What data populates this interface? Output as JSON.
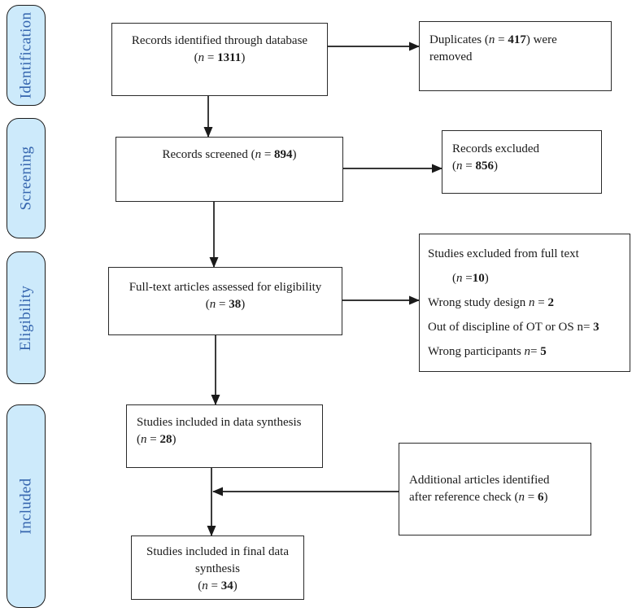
{
  "colors": {
    "stage_fill": "#cdeafb",
    "stage_text": "#3565ae",
    "box_border": "#2a2a2a",
    "line_color": "#1a1a1a",
    "text": "#1a1a1a",
    "bg": "#ffffff"
  },
  "stages": [
    {
      "label": "Identification"
    },
    {
      "label": "Screening"
    },
    {
      "label": "Eligibility"
    },
    {
      "label": "Included"
    }
  ],
  "boxes": {
    "records_identified": {
      "lines": [
        [
          {
            "t": "Records identified through database"
          }
        ],
        [
          {
            "t": "("
          },
          {
            "t": "n",
            "i": true
          },
          {
            "t": " = "
          },
          {
            "t": "1311",
            "b": true
          },
          {
            "t": ")"
          }
        ]
      ]
    },
    "duplicates": {
      "lines": [
        [
          {
            "t": "Duplicates ("
          },
          {
            "t": "n",
            "i": true
          },
          {
            "t": " = "
          },
          {
            "t": "417",
            "b": true
          },
          {
            "t": ") were"
          }
        ],
        [
          {
            "t": "removed"
          }
        ]
      ]
    },
    "records_screened": {
      "lines": [
        [
          {
            "t": "Records screened ("
          },
          {
            "t": "n",
            "i": true
          },
          {
            "t": " = "
          },
          {
            "t": "894",
            "b": true
          },
          {
            "t": ")"
          }
        ]
      ]
    },
    "records_excluded": {
      "lines": [
        [
          {
            "t": "Records excluded"
          }
        ],
        [
          {
            "t": "("
          },
          {
            "t": "n",
            "i": true
          },
          {
            "t": " = "
          },
          {
            "t": "856",
            "b": true
          },
          {
            "t": ")"
          }
        ]
      ]
    },
    "fulltext_assessed": {
      "lines": [
        [
          {
            "t": "Full-text articles assessed for eligibility"
          }
        ],
        [
          {
            "t": "("
          },
          {
            "t": "n",
            "i": true
          },
          {
            "t": " = "
          },
          {
            "t": "38",
            "b": true
          },
          {
            "t": ")"
          }
        ]
      ]
    },
    "studies_excluded": {
      "lines": [
        [
          {
            "t": "Studies excluded from full text"
          }
        ],
        [
          {
            "t": "("
          },
          {
            "t": "n",
            "i": true
          },
          {
            "t": " ="
          },
          {
            "t": "10",
            "b": true
          },
          {
            "t": ")"
          }
        ],
        [
          {
            "t": "Wrong study design "
          },
          {
            "t": "n",
            "i": true
          },
          {
            "t": " = "
          },
          {
            "t": "2",
            "b": true
          }
        ],
        [
          {
            "t": "Out of discipline of OT or OS n= "
          },
          {
            "t": "3",
            "b": true
          }
        ],
        [
          {
            "t": "Wrong participants "
          },
          {
            "t": "n",
            "i": true
          },
          {
            "t": "= "
          },
          {
            "t": "5",
            "b": true
          }
        ]
      ]
    },
    "data_synthesis": {
      "lines": [
        [
          {
            "t": "Studies included in data synthesis"
          }
        ],
        [
          {
            "t": "("
          },
          {
            "t": "n",
            "i": true
          },
          {
            "t": " = "
          },
          {
            "t": "28",
            "b": true
          },
          {
            "t": ")"
          }
        ]
      ]
    },
    "additional_articles": {
      "lines": [
        [
          {
            "t": "Additional articles identified"
          }
        ],
        [
          {
            "t": "after reference check ("
          },
          {
            "t": "n",
            "i": true
          },
          {
            "t": " = "
          },
          {
            "t": "6",
            "b": true
          },
          {
            "t": ")"
          }
        ]
      ]
    },
    "final_synthesis": {
      "lines": [
        [
          {
            "t": "Studies included in final data"
          }
        ],
        [
          {
            "t": "synthesis"
          }
        ],
        [
          {
            "t": "("
          },
          {
            "t": "n",
            "i": true
          },
          {
            "t": " = "
          },
          {
            "t": "34",
            "b": true
          },
          {
            "t": ")"
          }
        ]
      ]
    }
  }
}
